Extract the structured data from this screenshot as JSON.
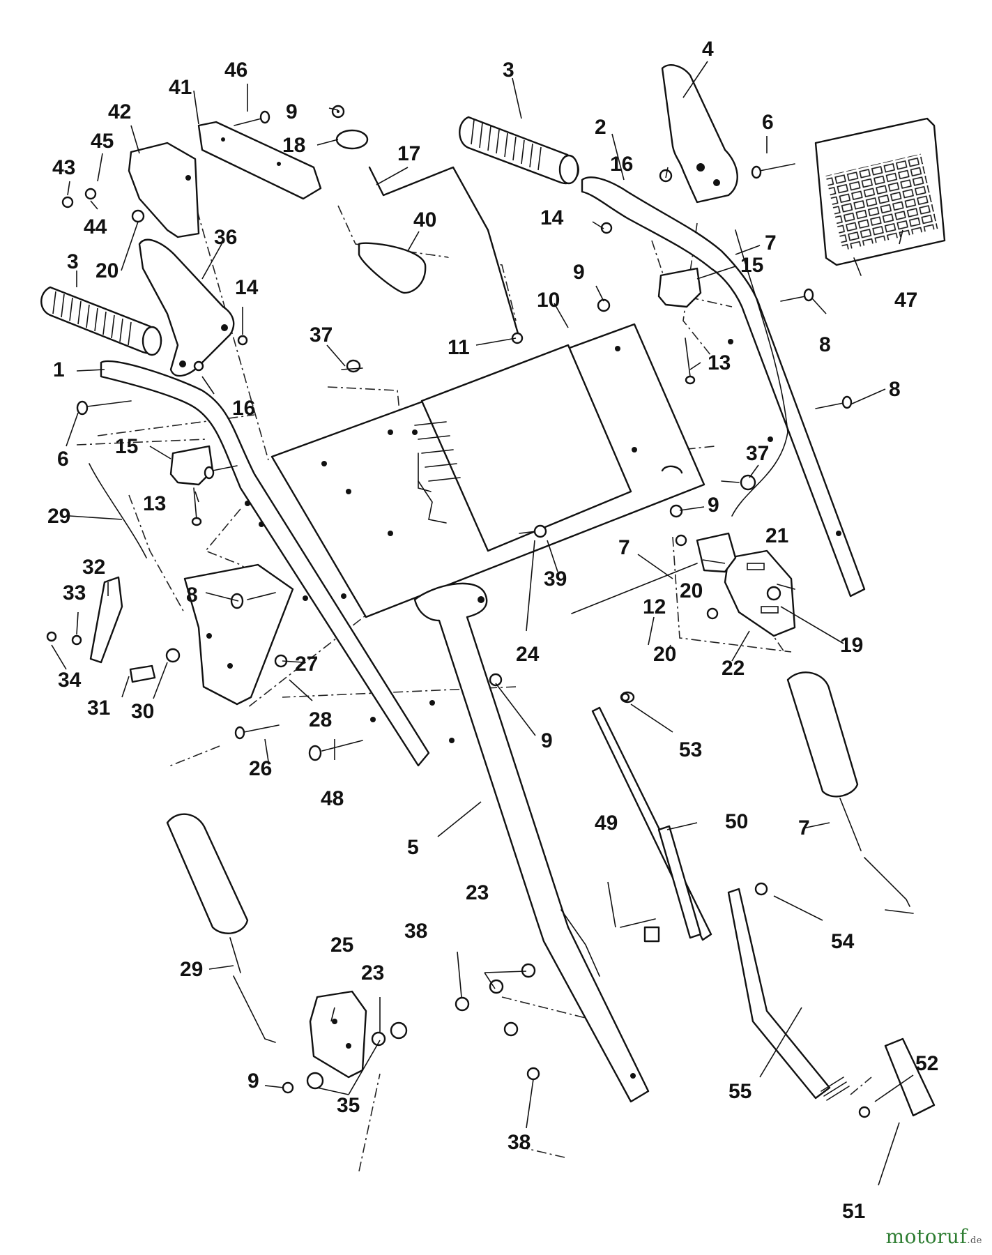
{
  "diagram": {
    "type": "exploded-parts-view",
    "callouts": [
      "1",
      "2",
      "3",
      "3",
      "4",
      "5",
      "6",
      "6",
      "7",
      "7",
      "7",
      "8",
      "8",
      "8",
      "9",
      "9",
      "9",
      "9",
      "9",
      "10",
      "11",
      "12",
      "13",
      "13",
      "14",
      "14",
      "15",
      "15",
      "16",
      "16",
      "17",
      "18",
      "19",
      "20",
      "20",
      "20",
      "21",
      "22",
      "23",
      "23",
      "24",
      "25",
      "26",
      "27",
      "28",
      "29",
      "29",
      "30",
      "31",
      "32",
      "33",
      "34",
      "35",
      "36",
      "37",
      "37",
      "38",
      "38",
      "39",
      "40",
      "41",
      "42",
      "43",
      "44",
      "45",
      "46",
      "47",
      "48",
      "49",
      "50",
      "51",
      "52",
      "53",
      "54",
      "55"
    ]
  },
  "brand": {
    "name": "motoruf",
    "suffix": ".de"
  }
}
